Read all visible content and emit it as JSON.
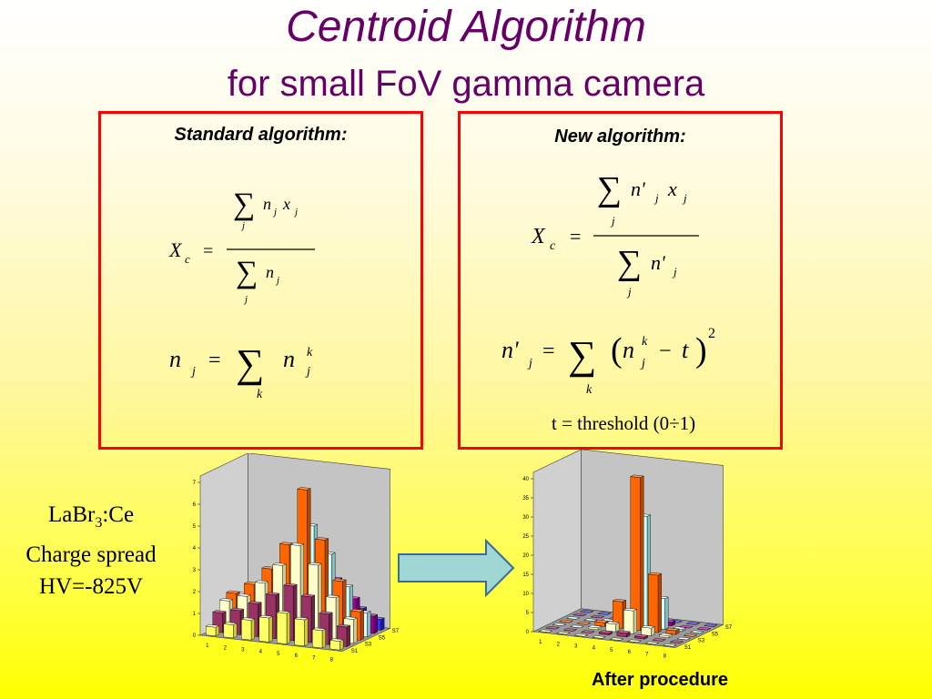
{
  "slide": {
    "title": "Centroid Algorithm",
    "subtitle": "for small FoV gamma camera"
  },
  "standard": {
    "heading": "Standard algorithm:"
  },
  "new": {
    "heading": "New algorithm:",
    "threshold_note": "t = threshold (0÷1)"
  },
  "side_label": {
    "line1_prefix": "LaBr",
    "line1_sub": "3",
    "line1_suffix": ":Ce",
    "line2": "Charge spread",
    "line3": "HV=-825V"
  },
  "after_label": "After procedure",
  "colors": {
    "title": "#660066",
    "box_border": "#ff0000",
    "arrow_fill": "#9ed7d3"
  },
  "chart_data": [
    {
      "type": "bar",
      "variant": "3d-column",
      "x_categories": [
        "1",
        "2",
        "3",
        "4",
        "5",
        "6",
        "7",
        "8"
      ],
      "depth_categories": [
        "S1",
        "S3",
        "S5",
        "S7"
      ],
      "y_ticks": [
        "0",
        "1",
        "2",
        "3",
        "4",
        "5",
        "6",
        "7"
      ],
      "ylim": [
        0,
        7
      ],
      "grid": false,
      "series": [
        {
          "values": [
            0.4,
            0.6,
            0.9,
            1.1,
            1.4,
            1.2,
            0.8,
            0.4
          ]
        },
        {
          "values": [
            0.9,
            1.1,
            1.5,
            2.0,
            2.5,
            2.1,
            1.4,
            0.9
          ]
        },
        {
          "values": [
            1.3,
            1.6,
            2.3,
            3.2,
            4.2,
            3.4,
            2.0,
            1.1
          ]
        },
        {
          "values": [
            1.5,
            2.0,
            2.8,
            4.0,
            6.6,
            4.4,
            2.6,
            1.3
          ]
        },
        {
          "values": [
            1.3,
            1.7,
            2.5,
            3.4,
            4.8,
            3.6,
            2.2,
            1.1
          ]
        },
        {
          "values": [
            0.9,
            1.2,
            1.7,
            2.3,
            2.9,
            2.3,
            1.5,
            0.8
          ]
        },
        {
          "values": [
            0.5,
            0.7,
            1.0,
            1.3,
            1.6,
            1.3,
            0.9,
            0.5
          ]
        }
      ]
    },
    {
      "type": "bar",
      "variant": "3d-column",
      "x_categories": [
        "1",
        "2",
        "3",
        "4",
        "5",
        "6",
        "7",
        "8"
      ],
      "depth_categories": [
        "S1",
        "S3",
        "S5",
        "S7"
      ],
      "y_ticks": [
        "0",
        "5",
        "10",
        "15",
        "20",
        "25",
        "30",
        "35",
        "40"
      ],
      "ylim": [
        0,
        40
      ],
      "grid": false,
      "series": [
        {
          "values": [
            0,
            0,
            0,
            0,
            0,
            0,
            0,
            0
          ]
        },
        {
          "values": [
            0,
            0,
            0,
            0.5,
            1,
            0.5,
            0,
            0
          ]
        },
        {
          "values": [
            0,
            0,
            0.5,
            2,
            6,
            2,
            0.5,
            0
          ]
        },
        {
          "values": [
            0,
            0,
            1,
            7,
            40,
            15,
            1,
            0
          ]
        },
        {
          "values": [
            0,
            0,
            0.5,
            3,
            29,
            8,
            0.5,
            0
          ]
        },
        {
          "values": [
            0,
            0,
            0,
            1,
            3,
            1,
            0,
            0
          ]
        },
        {
          "values": [
            0,
            0,
            0,
            0,
            0.5,
            0,
            0,
            0
          ]
        }
      ]
    }
  ]
}
